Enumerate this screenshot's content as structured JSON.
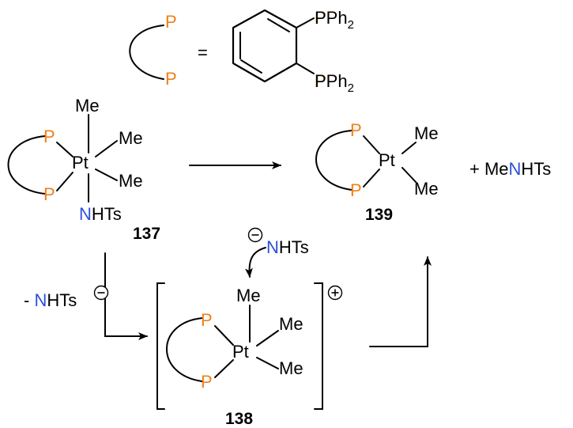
{
  "scheme": {
    "legend": {
      "P": "P",
      "equals": "=",
      "PPh": "PPh",
      "sub2": "2"
    },
    "c137": {
      "P": "P",
      "Pt": "Pt",
      "Me": "Me",
      "N": "N",
      "HTs": "HTs",
      "label": "137"
    },
    "c139": {
      "P": "P",
      "Pt": "Pt",
      "Me": "Me",
      "label": "139"
    },
    "byproduct": {
      "plus": "+ Me",
      "N": "N",
      "HTs": "HTs"
    },
    "loss": {
      "minus": "- ",
      "N": "N",
      "HTs": "HTs"
    },
    "attack": {
      "N": "N",
      "HTs": "HTs"
    },
    "c138": {
      "P": "P",
      "Pt": "Pt",
      "Me": "Me",
      "label": "138"
    },
    "colors": {
      "phosphorus": "#F07F1A",
      "nitrogen": "#2B4FE0",
      "bond": "#000000"
    }
  }
}
